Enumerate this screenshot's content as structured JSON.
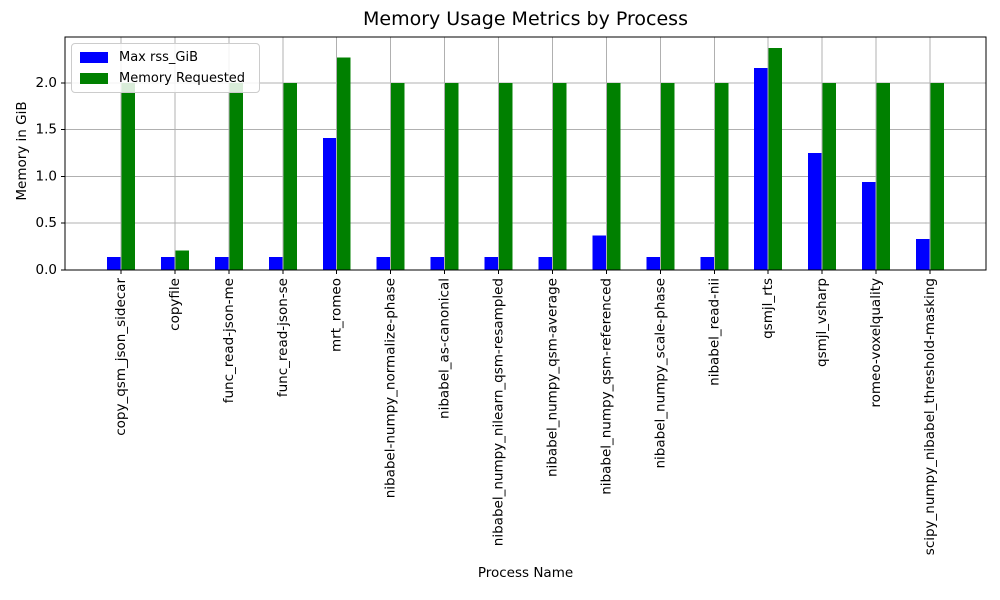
{
  "chart_data": {
    "type": "bar",
    "title": "Memory Usage Metrics by Process",
    "xlabel": "Process Name",
    "ylabel": "Memory in GiB",
    "categories": [
      "copy_qsm_json_sidecar",
      "copyfile",
      "func_read-json-me",
      "func_read-json-se",
      "mrt_romeo",
      "nibabel-numpy_normalize-phase",
      "nibabel_as-canonical",
      "nibabel_numpy_nilearn_qsm-resampled",
      "nibabel_numpy_qsm-average",
      "nibabel_numpy_qsm-referenced",
      "nibabel_numpy_scale-phase",
      "nibabel_read-nii",
      "qsmjl_rts",
      "qsmjl_vsharp",
      "romeo-voxelquality",
      "scipy_numpy_nibabel_threshold-masking"
    ],
    "series": [
      {
        "name": "Max rss_GiB",
        "color": "#0000ff",
        "values": [
          0.14,
          0.14,
          0.14,
          0.14,
          1.41,
          0.14,
          0.14,
          0.14,
          0.14,
          0.37,
          0.14,
          0.14,
          2.16,
          1.25,
          0.94,
          0.33
        ]
      },
      {
        "name": "Memory Requested",
        "color": "#008000",
        "values": [
          2.0,
          0.21,
          2.0,
          2.0,
          2.27,
          2.0,
          2.0,
          2.0,
          2.0,
          2.0,
          2.0,
          2.0,
          2.37,
          2.0,
          2.0,
          2.0
        ]
      }
    ],
    "ylim": [
      0,
      2.49
    ],
    "ytick_values": [
      0,
      0.5,
      1.0,
      1.5,
      2.0
    ],
    "ytick_labels": [
      "0.0",
      "0.5",
      "1.0",
      "1.5",
      "2.0"
    ],
    "grid": true,
    "grid_color": "#b0b0b0",
    "legend_position": "upper left"
  }
}
